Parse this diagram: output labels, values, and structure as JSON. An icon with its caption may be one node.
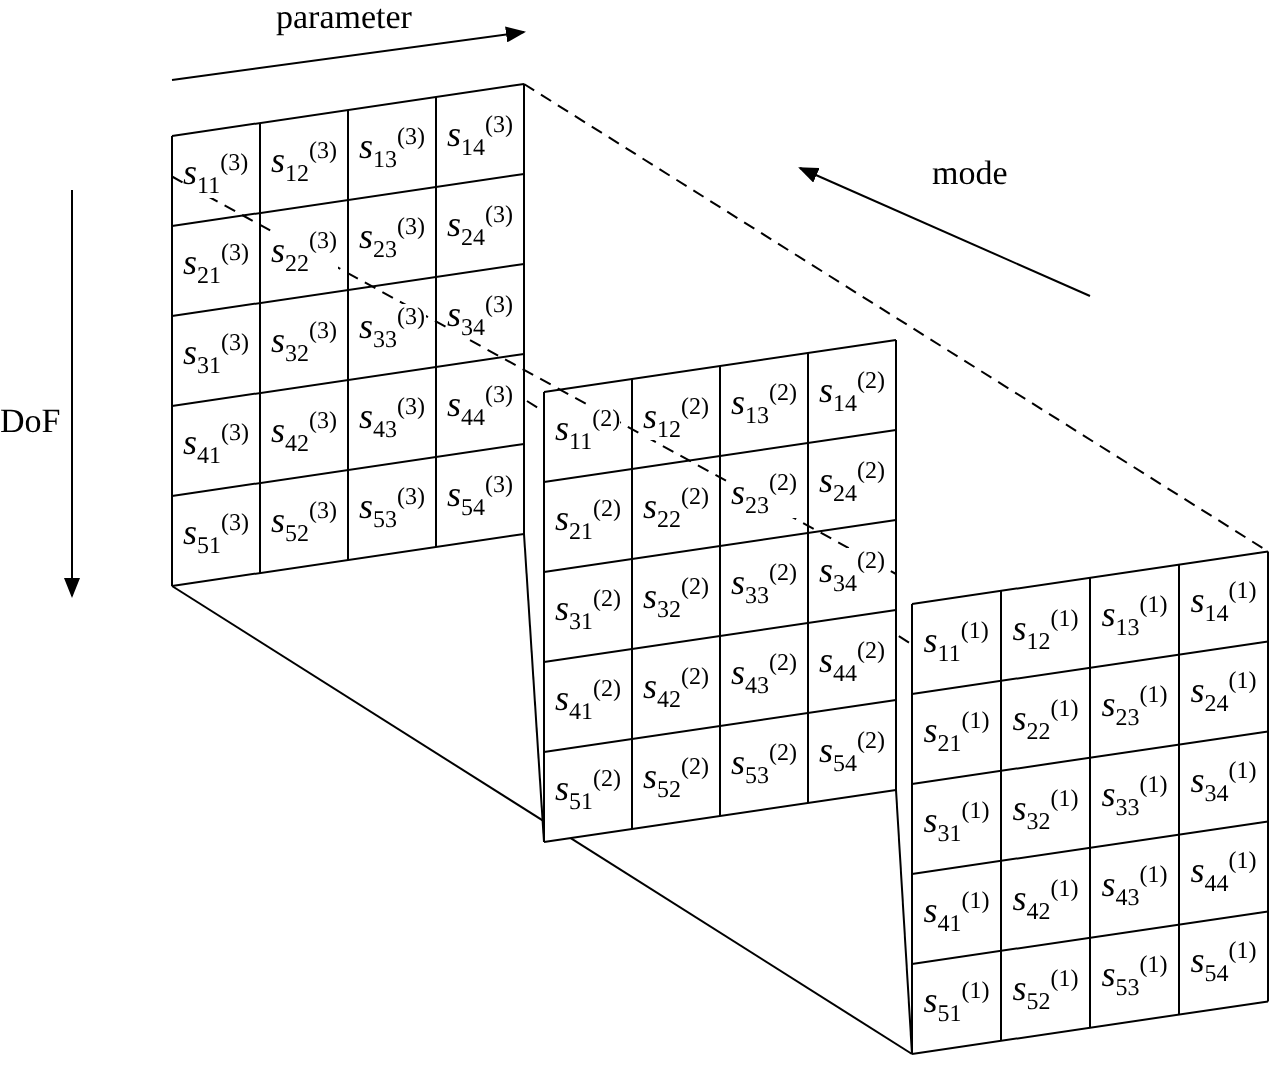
{
  "diagram": {
    "labels": [
      "parameter",
      "mode",
      "DoF",
      "s$_{11}$$^{(3)}$",
      "s$_{12}$$^{(3)}$",
      "s$_{13}$$^{(3)}$",
      "s$_{14}$$^{(3)}$",
      "s$_{21}$$^{(3)}$",
      "s$_{22}$$^{(3)}$",
      "s$_{23}$$^{(3)}$",
      "s$_{24}$$^{(3)}$",
      "s$_{31}$$^{(3)}$",
      "s$_{32}$$^{(3)}$",
      "s$_{33}$$^{(3)}$",
      "s$_{34}$$^{(3)}$",
      "s$_{41}$$^{(3)}$",
      "s$_{42}$$^{(3)}$",
      "s$_{43}$$^{(3)}$",
      "s$_{44}$$^{(3)}$",
      "s$_{51}$$^{(3)}$",
      "s$_{52}$$^{(3)}$",
      "s$_{53}$$^{(3)}$",
      "s$_{54}$$^{(3)}$",
      "s$_{11}$$^{(2)}$",
      "s$_{12}$$^{(2)}$",
      "s$_{13}$$^{(2)}$",
      "s$_{14}$$^{(2)}$",
      "s$_{21}$$^{(2)}$",
      "s$_{22}$$^{(2)}$",
      "s$_{23}$$^{(2)}$",
      "s$_{24}$$^{(2)}$",
      "s$_{31}$$^{(2)}$",
      "s$_{32}$$^{(2)}$",
      "s$_{33}$$^{(2)}$",
      "s$_{34}$$^{(2)}$",
      "s$_{41}$$^{(2)}$",
      "s$_{42}$$^{(2)}$",
      "s$_{43}$$^{(2)}$",
      "s$_{44}$$^{(2)}$",
      "s$_{51}$$^{(2)}$",
      "s$_{52}$$^{(2)}$",
      "s$_{53}$$^{(2)}$",
      "s$_{54}$$^{(2)}$",
      "s$_{11}$$^{(1)}$",
      "s$_{12}$$^{(1)}$",
      "s$_{13}$$^{(1)}$",
      "s$_{14}$$^{(1)}$",
      "s$_{21}$$^{(1)}$",
      "s$_{22}$$^{(1)}$",
      "s$_{23}$$^{(1)}$",
      "s$_{24}$$^{(1)}$",
      "s$_{31}$$^{(1)}$",
      "s$_{32}$$^{(1)}$",
      "s$_{33}$$^{(1)}$",
      "s$_{34}$$^{(1)}$",
      "s$_{41}$$^{(1)}$",
      "s$_{42}$$^{(1)}$",
      "s$_{43}$$^{(1)}$",
      "s$_{44}$$^{(1)}$",
      "s$_{51}$$^{(1)}$",
      "s$_{52}$$^{(1)}$",
      "s$_{53}$$^{(1)}$",
      "s$_{54}$$^{(1)}$"
    ]
  }
}
